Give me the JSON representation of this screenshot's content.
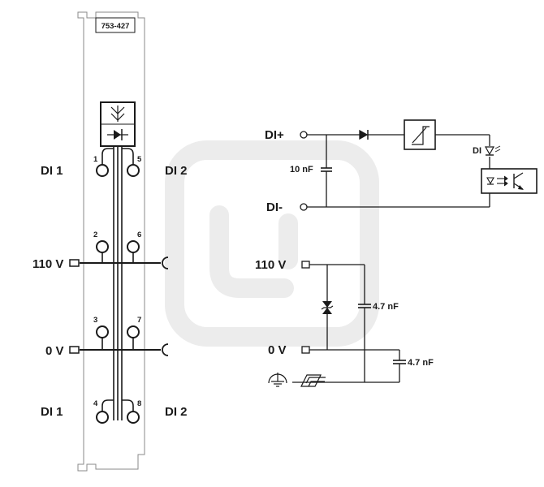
{
  "module": {
    "label": "753-427",
    "terminals": [
      "1",
      "2",
      "3",
      "4",
      "5",
      "6",
      "7",
      "8"
    ]
  },
  "left_labels": {
    "di1_top": "DI 1",
    "di2_top": "DI 2",
    "v110": "110 V",
    "v0": "0 V",
    "di1_bottom": "DI 1",
    "di2_bottom": "DI 2"
  },
  "input_circuit": {
    "di_plus": "DI+",
    "di_minus": "DI-",
    "capacitor": "10 nF",
    "di_led": "DI"
  },
  "supply_circuit": {
    "v110": "110 V",
    "v0": "0 V",
    "cap1": "4.7 nF",
    "cap2": "4.7 nF"
  },
  "colors": {
    "line": "#1a1a1a",
    "module_outline": "#8a8a8a",
    "watermark": "#ececec"
  }
}
